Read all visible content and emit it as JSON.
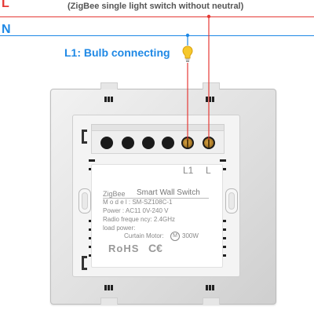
{
  "diagram": {
    "line_L": "L",
    "line_N": "N",
    "subtitle": "(ZigBee single light switch without neutral)",
    "load_label": "L1: Bulb connecting",
    "colors": {
      "live": "#e53935",
      "neutral": "#1e88e5",
      "bulb": "#f6c82c"
    }
  },
  "device": {
    "brand": "ZigBee",
    "product": "Smart Wall Switch",
    "model": "M o d e l : SM-SZ108C-1",
    "power": "Power : AC11 0V-240 V",
    "radio": "Radio freque ncy: 2.4GHz",
    "load": "load power:",
    "curtain": "Curtain Motor:",
    "motor_symbol": "M",
    "curtain_power": "300W",
    "rohs": "RoHS",
    "ce": "C€",
    "terminal_L1": "L1",
    "terminal_L": "L"
  }
}
